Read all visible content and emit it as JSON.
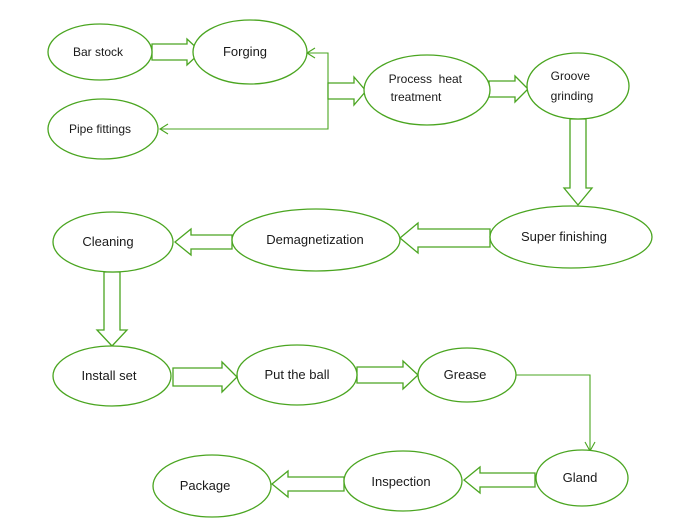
{
  "colors": {
    "stroke": "#4aa520",
    "text": "#1a1a1a",
    "background": "#ffffff"
  },
  "nodes": {
    "bar_stock": "Bar stock",
    "forging": "Forging",
    "pipe_fittings": "Pipe fittings",
    "process_heat_treatment": [
      "Process  heat",
      "treatment"
    ],
    "groove_grinding": [
      "Groove",
      "grinding"
    ],
    "super_finishing": "Super finishing",
    "demagnetization": "Demagnetization",
    "cleaning": "Cleaning",
    "install_set": "Install set",
    "put_the_ball": "Put the ball",
    "grease": "Grease",
    "gland": "Gland",
    "inspection": "Inspection",
    "package": "Package"
  }
}
